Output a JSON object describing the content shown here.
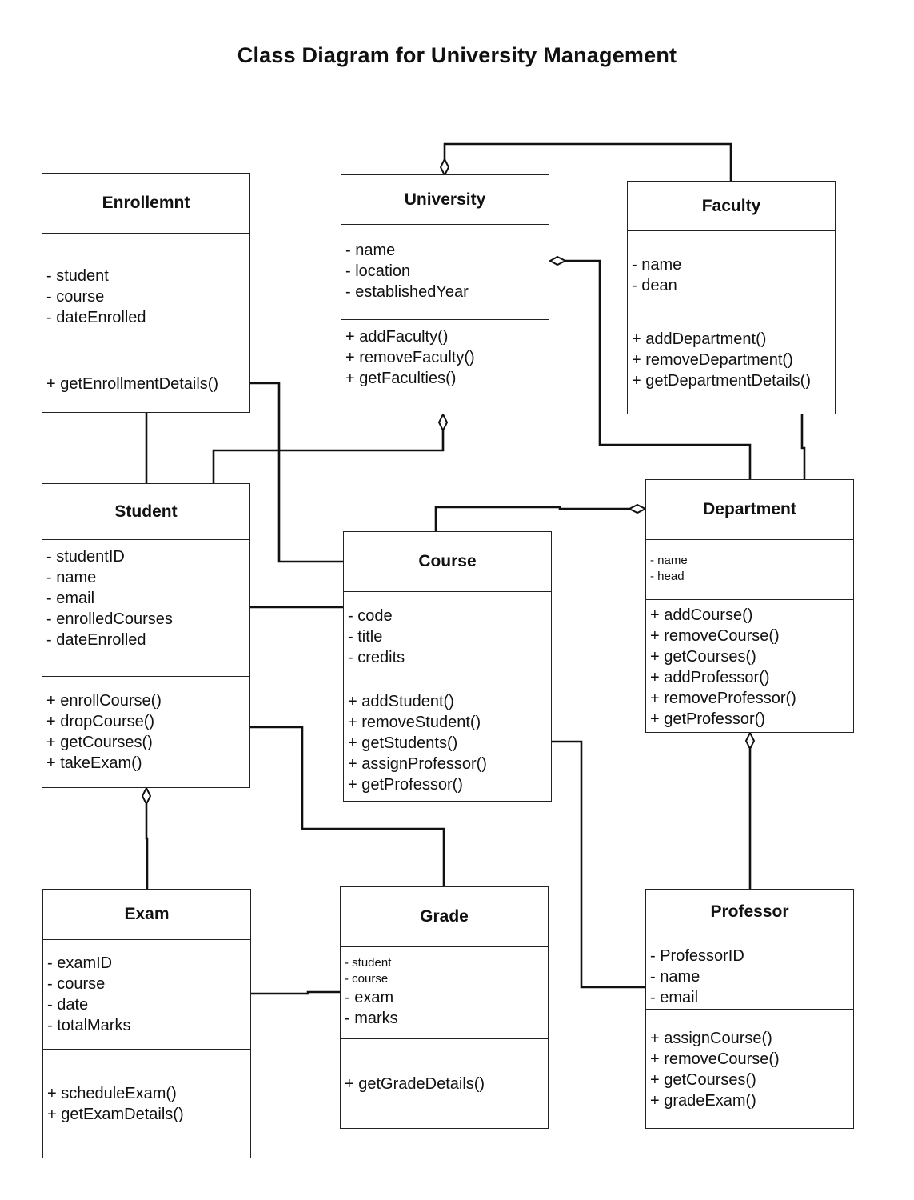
{
  "title": "Class Diagram for University Management",
  "classes": {
    "enrollment": {
      "name": "Enrollemnt",
      "attributes": [
        "- student",
        "- course",
        "- dateEnrolled"
      ],
      "methods": [
        "+ getEnrollmentDetails()"
      ]
    },
    "university": {
      "name": "University",
      "attributes": [
        "- name",
        "- location",
        "- establishedYear"
      ],
      "methods": [
        "+ addFaculty()",
        "+ removeFaculty()",
        "+ getFaculties()"
      ]
    },
    "faculty": {
      "name": "Faculty",
      "attributes": [
        "- name",
        "- dean"
      ],
      "methods": [
        "+ addDepartment()",
        "+ removeDepartment()",
        "+ getDepartmentDetails()"
      ]
    },
    "student": {
      "name": "Student",
      "attributes": [
        "- studentID",
        "- name",
        "- email",
        "- enrolledCourses",
        "- dateEnrolled"
      ],
      "methods": [
        "+ enrollCourse()",
        "+ dropCourse()",
        "+ getCourses()",
        "+ takeExam()"
      ]
    },
    "course": {
      "name": "Course",
      "attributes": [
        "- code",
        "- title",
        "- credits"
      ],
      "methods": [
        "+ addStudent()",
        "+ removeStudent()",
        "+ getStudents()",
        "+ assignProfessor()",
        "+ getProfessor()"
      ]
    },
    "department": {
      "name": "Department",
      "attributes": [
        "- name",
        "- head"
      ],
      "methods": [
        "+ addCourse()",
        "+ removeCourse()",
        "+ getCourses()",
        "+ addProfessor()",
        "+ removeProfessor()",
        "+ getProfessor()"
      ]
    },
    "exam": {
      "name": "Exam",
      "attributes": [
        "- examID",
        "- course",
        "- date",
        "- totalMarks"
      ],
      "methods": [
        "+ scheduleExam()",
        "+ getExamDetails()"
      ]
    },
    "grade": {
      "name": "Grade",
      "attributes": [
        "- student",
        "- course",
        "- exam",
        "- marks"
      ],
      "methods": [
        "+ getGradeDetails()"
      ]
    },
    "professor": {
      "name": "Professor",
      "attributes": [
        "- ProfessorID",
        "- name",
        "- email"
      ],
      "methods": [
        "+ assignCourse()",
        "+ removeCourse()",
        "+ getCourses()",
        "+ gradeExam()"
      ]
    }
  }
}
